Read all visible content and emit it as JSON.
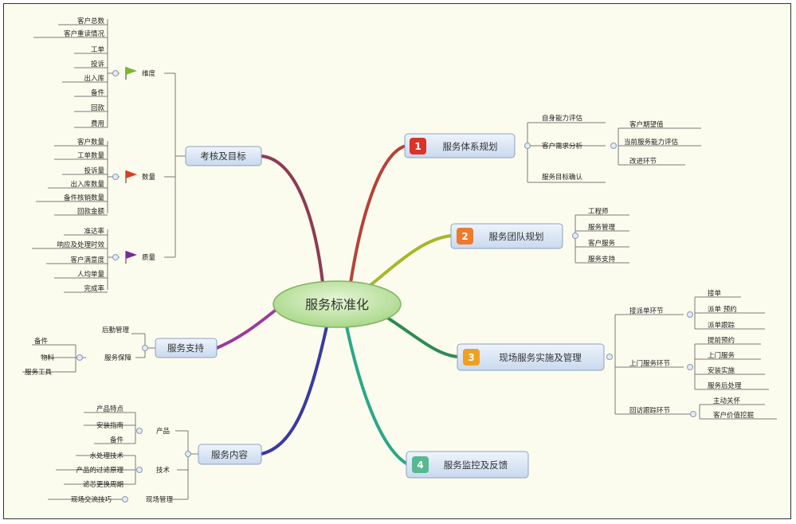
{
  "center": "服务标准化",
  "branches": {
    "assessment": {
      "title": "考核及目标",
      "groups": {
        "dimension": {
          "label": "维度",
          "flag_color": "#7ab830",
          "items": [
            "客户总数",
            "客户重读情况",
            "工单",
            "投诉",
            "出入库",
            "备件",
            "回款",
            "费用"
          ]
        },
        "quantity": {
          "label": "数量",
          "flag_color": "#e03a1e",
          "items": [
            "客户数量",
            "工单数量",
            "投诉量",
            "出入库数量",
            "备件核销数量",
            "回款金额"
          ]
        },
        "quality": {
          "label": "质量",
          "flag_color": "#7a2a9a",
          "items": [
            "准达率",
            "响应及处理时效",
            "客户满意度",
            "人均单量",
            "完成率"
          ]
        }
      }
    },
    "support": {
      "title": "服务支持",
      "children": {
        "backend": "后勤管理",
        "guarantee": "服务保障"
      },
      "guarantee_items": [
        "备件",
        "物料",
        "服务工具"
      ]
    },
    "content": {
      "title": "服务内容",
      "product": {
        "label": "产品",
        "items": [
          "产品特点",
          "安装指南",
          "备件"
        ]
      },
      "tech": {
        "label": "技术",
        "items": [
          "水处理技术",
          "产品的过滤原理",
          "滤芯更换周期"
        ]
      },
      "field": {
        "label": "现场管理",
        "items": [
          "现场交流技巧"
        ]
      }
    },
    "system": {
      "number": "1",
      "title": "服务体系规划",
      "children": {
        "self_eval": "自身能力评估",
        "demand": "客户需求分析",
        "goal": "服务目标确认"
      },
      "demand_items": [
        "客户期望值",
        "当前服务能力评估",
        "改进环节"
      ]
    },
    "team": {
      "number": "2",
      "title": "服务团队规划",
      "items": [
        "工程师",
        "服务管理",
        "客户服务",
        "服务支持"
      ]
    },
    "onsite": {
      "number": "3",
      "title": "现场服务实施及管理",
      "dispatch": {
        "label": "接派单环节",
        "items": [
          "接单",
          "派单 预约",
          "派单跟踪"
        ]
      },
      "visit": {
        "label": "上门服务环节",
        "items": [
          "提前预约",
          "上门服务",
          "安装实施",
          "服务后处理"
        ]
      },
      "followup": {
        "label": "回访跟踪环节",
        "items": [
          "主动关怀",
          "客户价值挖掘"
        ]
      }
    },
    "monitor": {
      "number": "4",
      "title": "服务监控及反馈"
    }
  },
  "colors": {
    "center_fill": "#cfeab3",
    "node_fill": "#dce8f6",
    "badge_1": "#d9332a",
    "badge_2": "#ee7a2e",
    "badge_3": "#f0a020",
    "badge_4": "#58b890"
  }
}
